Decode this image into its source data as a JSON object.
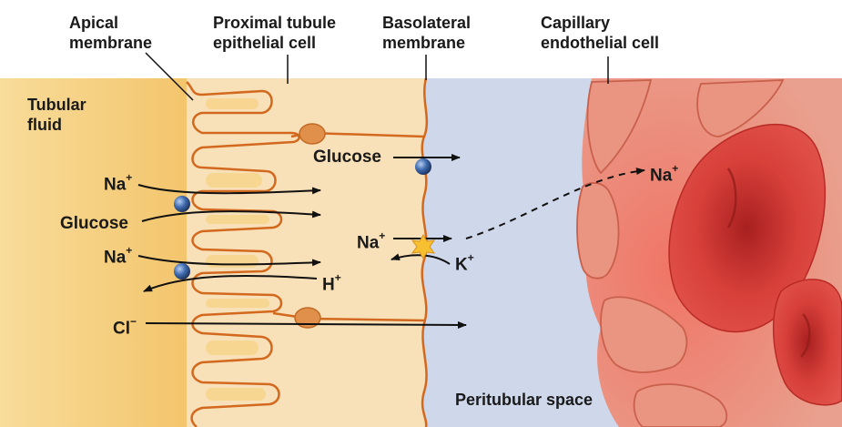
{
  "labels": {
    "apical_1": "Apical",
    "apical_2": "membrane",
    "proximal_1": "Proximal tubule",
    "proximal_2": "epithelial cell",
    "basolateral_1": "Basolateral",
    "basolateral_2": "membrane",
    "capillary_1": "Capillary",
    "capillary_2": "endothelial cell",
    "tubular_1": "Tubular",
    "tubular_2": "fluid",
    "peritubular": "Peritubular space"
  },
  "ions": {
    "na_1": "Na",
    "na_1_sup": "+",
    "glucose_apical": "Glucose",
    "na_2": "Na",
    "na_2_sup": "+",
    "h": "H",
    "h_sup": "+",
    "cl": "Cl",
    "cl_sup": "−",
    "glucose_baso": "Glucose",
    "na_baso": "Na",
    "na_baso_sup": "+",
    "k": "K",
    "k_sup": "+",
    "na_cap": "Na",
    "na_cap_sup": "+"
  },
  "colors": {
    "tubular_fluid": "#f7d58e",
    "cell": "#f8e0b8",
    "membrane_outline": "#d2691e",
    "interstitial": "#cfd8ea",
    "capillary": "#e98a76",
    "red_cell": "#d43b36",
    "transporter_ball": "#3c68a8",
    "channel": "#e0904a"
  }
}
